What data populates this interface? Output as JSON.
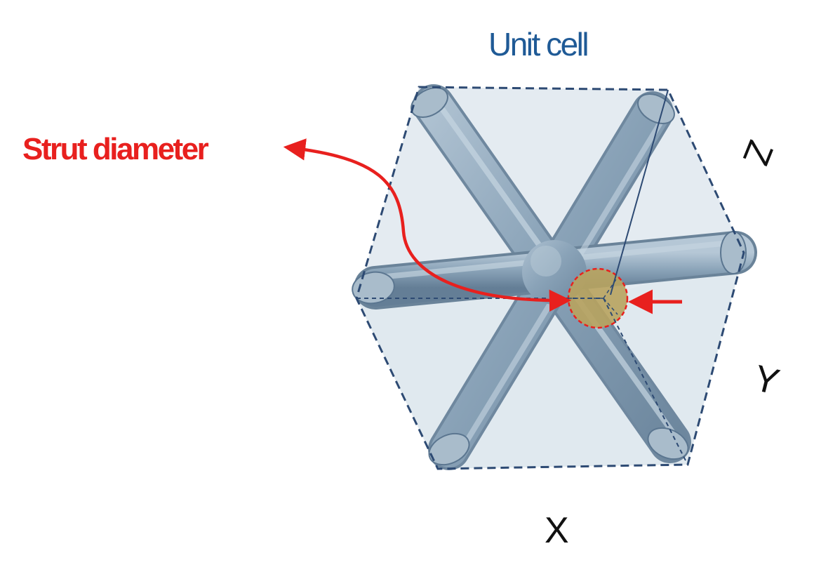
{
  "title": "Unit cell",
  "strut_label": "Strut diameter",
  "axes": {
    "x": "X",
    "y": "Y",
    "z": "Z"
  },
  "colors": {
    "title": "#1f5a96",
    "annotation": "#e8201e",
    "strut": "#7f9bb3",
    "strut_light": "#c3d2de",
    "cell_fill": "#dbe5ec",
    "cell_edge": "#2d4a73",
    "cross_section": "#b8a35e"
  }
}
